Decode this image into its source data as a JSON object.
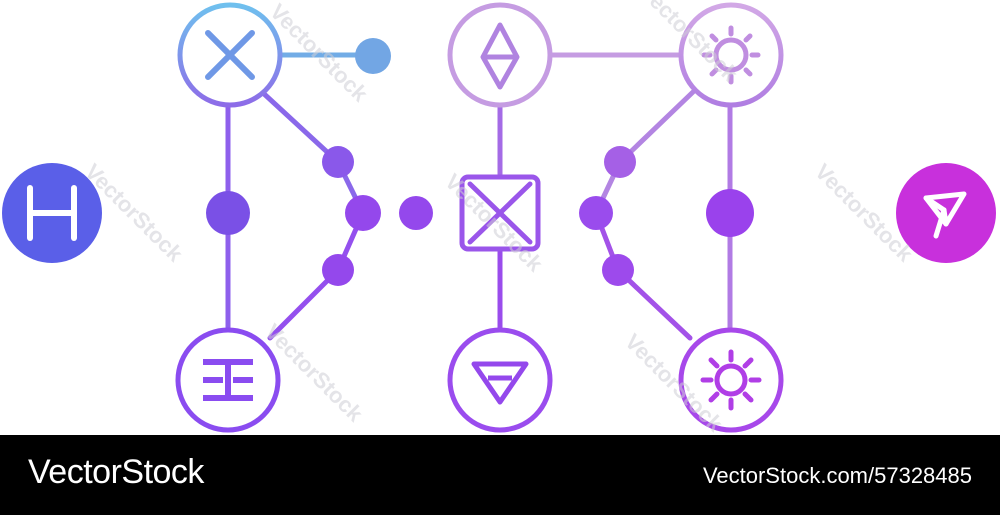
{
  "colors": {
    "blue": "#5a6ef0",
    "light_blue": "#6fa8e6",
    "violet": "#9448ec",
    "magenta": "#c12ee0",
    "lilac": "#c08ee0",
    "footer_bg": "#000000",
    "footer_text": "#ffffff"
  },
  "nodes": [
    {
      "name": "x-symbol-node",
      "icon": "x-mark-icon"
    },
    {
      "name": "diamond-symbol-node",
      "icon": "diamond-icon"
    },
    {
      "name": "sun-symbol-node",
      "icon": "sun-icon"
    },
    {
      "name": "h-symbol-node",
      "icon": "letter-h-icon"
    },
    {
      "name": "kite-symbol-node",
      "icon": "kite-icon"
    },
    {
      "name": "bars-symbol-node",
      "icon": "bars-icon"
    },
    {
      "name": "triangle-symbol-node",
      "icon": "down-triangle-icon"
    },
    {
      "name": "gear-symbol-node",
      "icon": "gear-icon"
    },
    {
      "name": "crossed-box-node",
      "icon": "crossed-box-icon"
    }
  ],
  "watermark": "VectorStock",
  "footer": {
    "brand": "VectorStock",
    "image_id": "VectorStock.com/57328485"
  }
}
